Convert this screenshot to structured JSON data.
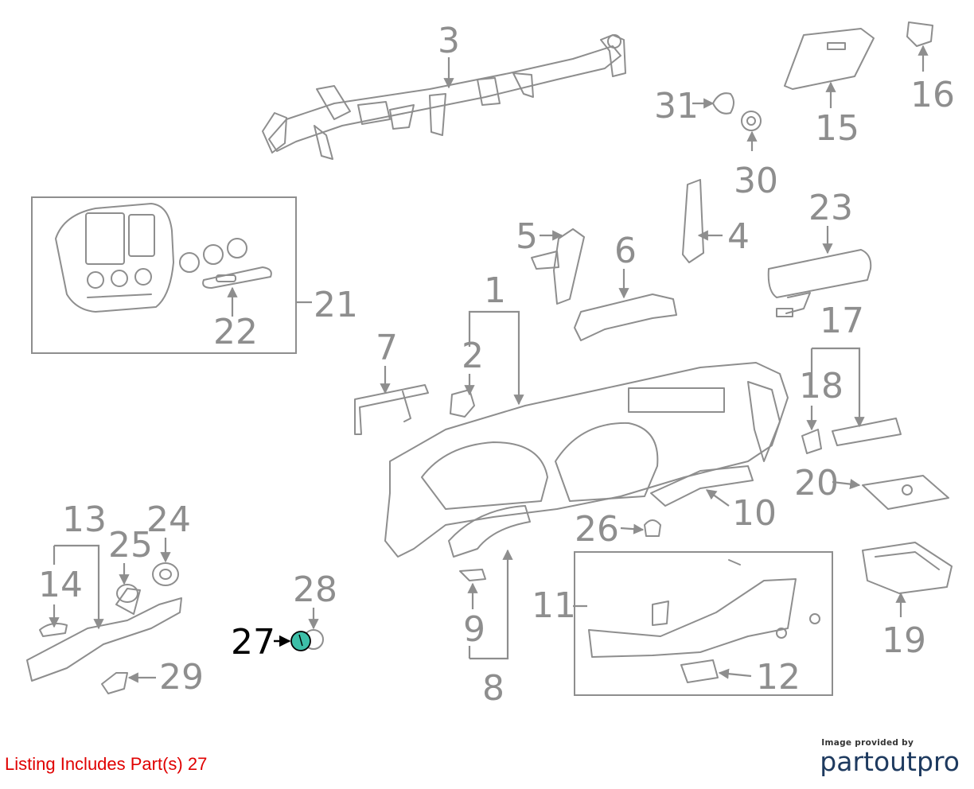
{
  "callouts": [
    "1",
    "2",
    "3",
    "4",
    "5",
    "6",
    "7",
    "8",
    "9",
    "10",
    "11",
    "12",
    "13",
    "14",
    "15",
    "16",
    "17",
    "18",
    "19",
    "20",
    "21",
    "22",
    "23",
    "24",
    "25",
    "26",
    "27",
    "28",
    "29",
    "30",
    "31"
  ],
  "highlight": {
    "part": "27",
    "color": "#3dbfa8"
  },
  "listing": "Listing Includes Part(s) 27",
  "credit": {
    "small": "Image provided by",
    "brand_a": "partout",
    "brand_b": "pro"
  },
  "colors": {
    "line": "#8e8e8e",
    "listing": "#e00000",
    "brand": "#1e3a5f"
  }
}
